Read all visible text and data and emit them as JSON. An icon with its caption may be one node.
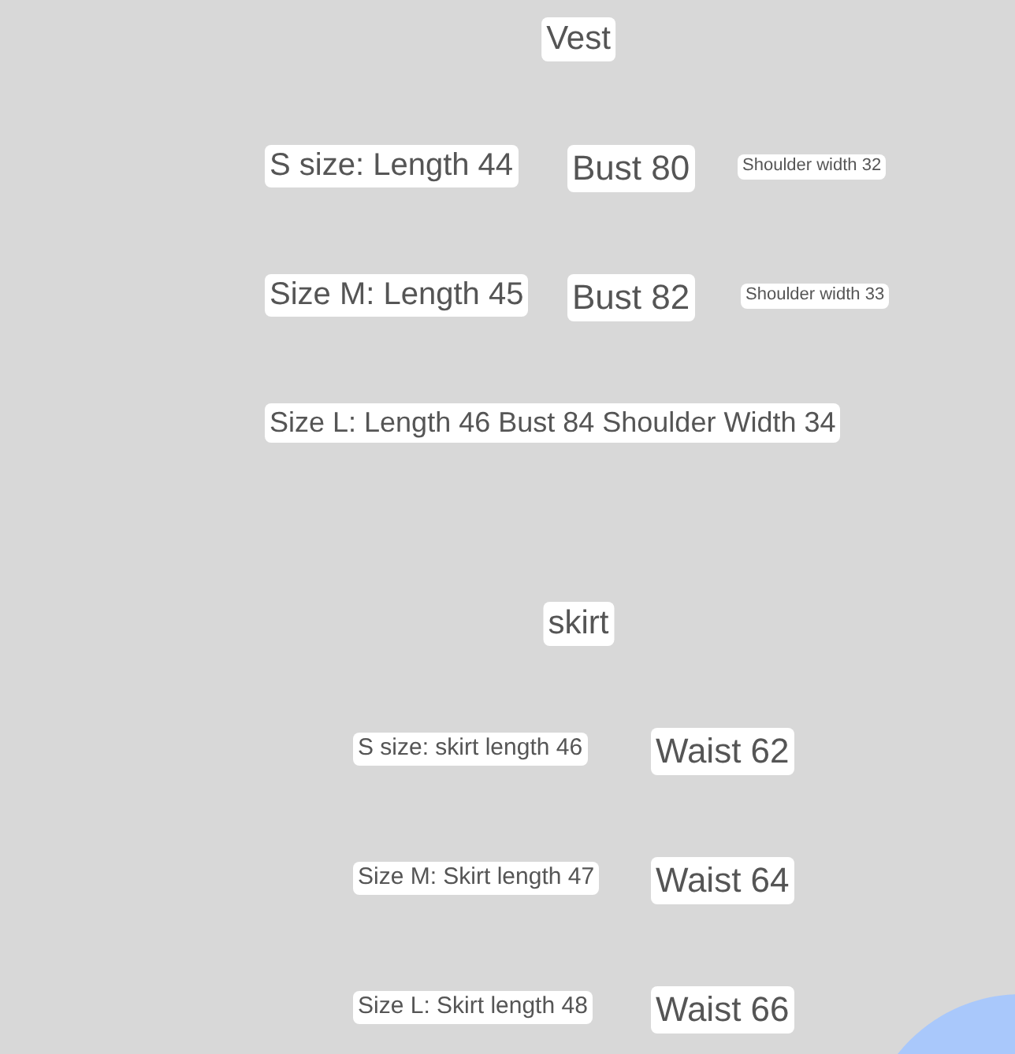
{
  "diagram": {
    "nodes": [
      {
        "text": [
          "Vest"
        ]
      },
      {
        "text": [
          "S size: Length 44"
        ]
      },
      {
        "text": [
          "Bust 80"
        ]
      },
      {
        "text": [
          "Shoulder width 32"
        ]
      },
      {
        "text": [
          "Size M: Length 45"
        ]
      },
      {
        "text": [
          "Bust 82"
        ]
      },
      {
        "text": [
          "Shoulder width 33"
        ]
      },
      {
        "text": [
          "Size L: Length 46 Bust 84 Shoulder Width 34"
        ]
      },
      {
        "text": [
          "skirt"
        ]
      },
      {
        "text": [
          "S size: skirt length 46"
        ]
      },
      {
        "text": [
          "Waist 62"
        ]
      },
      {
        "text": [
          "Size M: Skirt length 47"
        ]
      },
      {
        "text": [
          "Waist 64"
        ]
      },
      {
        "text": [
          "Size L: Skirt length 48"
        ]
      },
      {
        "text": [
          "Waist 66"
        ]
      }
    ]
  }
}
